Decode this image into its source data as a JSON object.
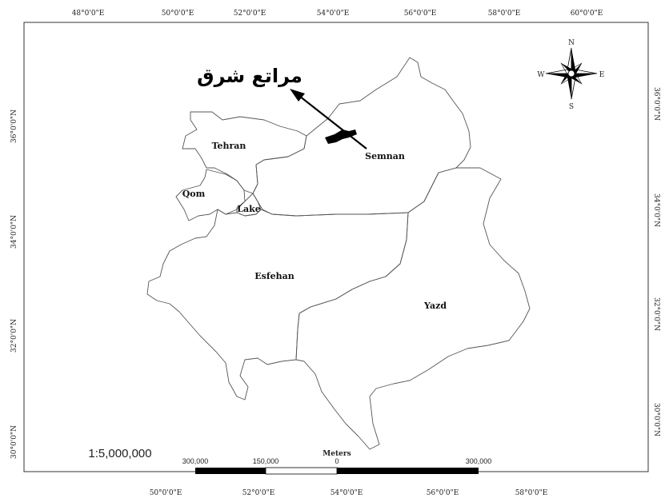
{
  "map": {
    "annotation_label": "مراتع شرق",
    "provinces": {
      "tehran": "Tehran",
      "qom": "Qom",
      "lake": "Lake",
      "semnan": "Semnan",
      "esfehan": "Esfehan",
      "yazd": "Yazd"
    },
    "scale_ratio": "1:5,000,000",
    "scale_bar": {
      "unit": "Meters",
      "labels": [
        "300,000",
        "150,000",
        "0",
        "300,000"
      ]
    },
    "north_arrow": {
      "n": "N",
      "s": "S",
      "e": "E",
      "w": "W"
    },
    "top_ticks": [
      "48°0'0\"E",
      "50°0'0\"E",
      "52°0'0\"E",
      "54°0'0\"E",
      "56°0'0\"E",
      "58°0'0\"E",
      "60°0'0\"E"
    ],
    "bottom_ticks": [
      "50°0'0\"E",
      "52°0'0\"E",
      "54°0'0\"E",
      "56°0'0\"E",
      "58°0'0\"E"
    ],
    "left_ticks": [
      "36°0'0\"N",
      "34°0'0\"N",
      "32°0'0\"N",
      "30°0'0\"N"
    ],
    "right_ticks": [
      "36°0'0\"N",
      "34°0'0\"N",
      "32°0'0\"N",
      "30°0'0\"N"
    ]
  }
}
